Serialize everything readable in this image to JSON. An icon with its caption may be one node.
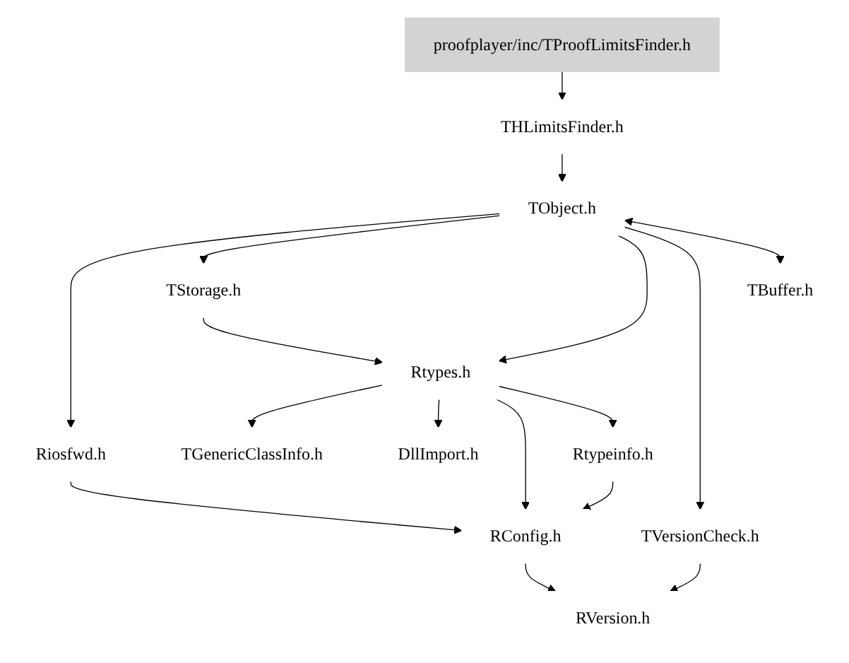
{
  "diagram": {
    "nodes": [
      {
        "text": [
          "proofplayer/inc/TProofLimitsFinder.h"
        ]
      },
      {
        "text": [
          "THLimitsFinder.h"
        ]
      },
      {
        "text": [
          "TObject.h"
        ]
      },
      {
        "text": [
          "TStorage.h"
        ]
      },
      {
        "text": [
          "TBuffer.h"
        ]
      },
      {
        "text": [
          "Riosfwd.h"
        ]
      },
      {
        "text": [
          "Rtypes.h"
        ]
      },
      {
        "text": [
          "TVersionCheck.h"
        ]
      },
      {
        "text": [
          "TGenericClassInfo.h"
        ]
      },
      {
        "text": [
          "DllImport.h"
        ]
      },
      {
        "text": [
          "Rtypeinfo.h"
        ]
      },
      {
        "text": [
          "RConfig.h"
        ]
      },
      {
        "text": [
          "RVersion.h"
        ]
      }
    ],
    "edges": [
      {
        "from": 0,
        "to": 1,
        "arrow": "to"
      },
      {
        "from": 1,
        "to": 2,
        "arrow": "to"
      },
      {
        "from": 2,
        "to": 5,
        "arrow": "to"
      },
      {
        "from": 2,
        "to": 3,
        "arrow": "to"
      },
      {
        "from": 2,
        "to": 6,
        "arrow": "to"
      },
      {
        "from": 2,
        "to": 7,
        "arrow": "to"
      },
      {
        "from": 2,
        "to": 4,
        "arrow": "both"
      },
      {
        "from": 3,
        "to": 6,
        "arrow": "to"
      },
      {
        "from": 6,
        "to": 8,
        "arrow": "to"
      },
      {
        "from": 6,
        "to": 9,
        "arrow": "to"
      },
      {
        "from": 6,
        "to": 11,
        "arrow": "to"
      },
      {
        "from": 6,
        "to": 10,
        "arrow": "to"
      },
      {
        "from": 5,
        "to": 11,
        "arrow": "to"
      },
      {
        "from": 10,
        "to": 11,
        "arrow": "to"
      },
      {
        "from": 11,
        "to": 12,
        "arrow": "to"
      },
      {
        "from": 7,
        "to": 12,
        "arrow": "to"
      }
    ]
  }
}
